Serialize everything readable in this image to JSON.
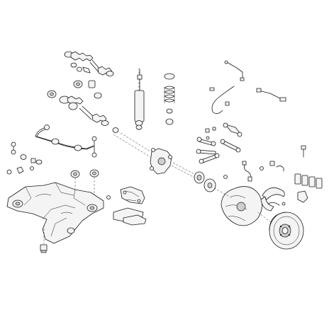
{
  "diagram": {
    "kind": "exploded-parts-view",
    "subject": "rear-axle-suspension-and-brake-assembly",
    "colors": {
      "line": "#1a1a1a",
      "fill": "#f4f4f4",
      "shade": "#cfcfcf",
      "background": "#ffffff"
    },
    "parts": [
      "drive-shaft-upper",
      "drive-shaft-lower",
      "shock-absorber",
      "coil-spring",
      "abs-sensor-cable-upper",
      "brake-hose-right",
      "brake-line-curved",
      "stabilizer-bar",
      "stabilizer-links",
      "subframe",
      "subframe-mounts",
      "wheel-hub-carrier",
      "brake-caliper",
      "brake-pads-left",
      "control-arms",
      "wheel-bearing",
      "brake-backing-plate",
      "parking-brake-shoes",
      "brake-pad-set-right",
      "brake-disc",
      "small-hardware"
    ]
  }
}
